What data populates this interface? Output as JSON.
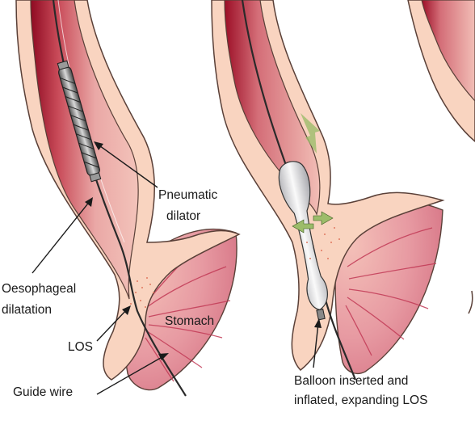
{
  "labels": {
    "pneumatic_dilator_line1": "Pneumatic",
    "pneumatic_dilator_line2": "dilator",
    "oesophageal_dilatation_line1": "Oesophageal",
    "oesophageal_dilatation_line2": "dilatation",
    "los": "LOS",
    "stomach": "Stomach",
    "guide_wire": "Guide wire",
    "balloon_caption_line1": "Balloon inserted and",
    "balloon_caption_line2": "inflated, expanding LOS"
  },
  "colors": {
    "tissue_outer": "#f9d4c0",
    "tissue_outline": "#5a4038",
    "lumen_deep": "#a8102a",
    "lumen_mid": "#dd7c84",
    "lumen_light": "#f0b8b2",
    "stomach_fold": "#c23a56",
    "balloon": "#e8e8ea",
    "arrow_green": "#9cbc6a"
  }
}
